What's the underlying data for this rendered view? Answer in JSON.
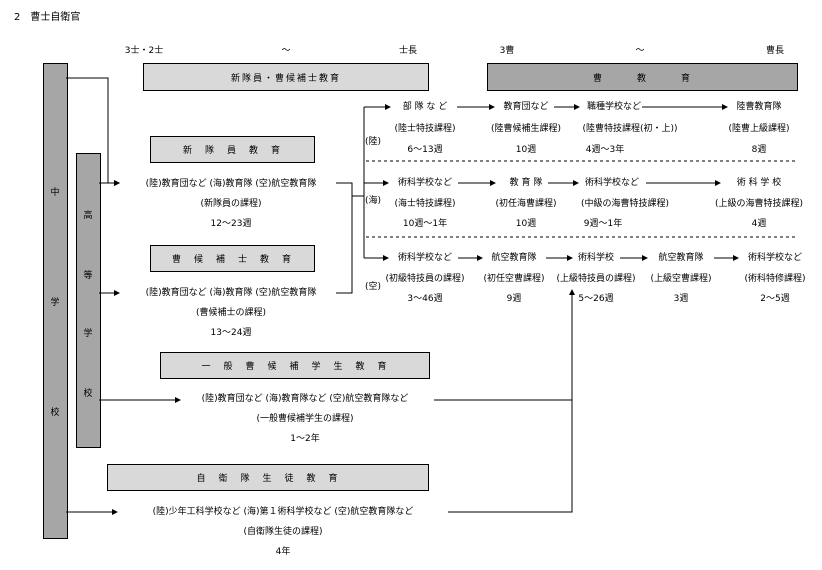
{
  "title": "2　曹士自衛官",
  "header": {
    "left_rank": "3士・2士",
    "left_tilde": "～",
    "left_end": "士長",
    "right_rank": "3曹",
    "right_tilde": "～",
    "right_end": "曹長"
  },
  "top_boxes": {
    "new_recruit_ed": "新隊員・曹候補士教育",
    "nco_ed": "曹　　　教　　　育"
  },
  "vertical": {
    "middle_school": [
      "中",
      "学",
      "校"
    ],
    "high_school": [
      "高",
      "等",
      "学",
      "校"
    ]
  },
  "left_boxes": {
    "new_recruit": "新　隊　員　教　育",
    "nco_candidate": "曹　候　補　士　教　育",
    "general_nco": "一　般　曹　候　補　学　生　教　育",
    "sdf_student": "自　衛　隊　生　徒　教　育"
  },
  "left_blocks": {
    "new_recruit": {
      "line1": "(陸)教育団など (海)教育隊 (空)航空教育隊",
      "line2": "(新隊員の課程)",
      "line3": "12～23週"
    },
    "nco_candidate": {
      "line1": "(陸)教育団など (海)教育隊 (空)航空教育隊",
      "line2": "(曹候補士の課程)",
      "line3": "13～24週"
    },
    "general_nco": {
      "line1": "(陸)教育団など (海)教育隊など (空)航空教育隊など",
      "line2": "(一般曹候補学生の課程)",
      "line3": "1～2年"
    },
    "sdf_student": {
      "line1": "(陸)少年工科学校など (海)第１術科学校など (空)航空教育隊など",
      "line2": "(自衛隊生徒の課程)",
      "line3": "4年"
    }
  },
  "branches": {
    "army": "(陸)",
    "navy": "(海)",
    "air": "(空)"
  },
  "rows": {
    "army": [
      {
        "name": "部 隊 な ど",
        "course": "(陸士特技課程)",
        "duration": "6～13週"
      },
      {
        "name": "教育団など",
        "course": "(陸曹候補生課程)",
        "duration": "10週"
      },
      {
        "name": "職種学校など",
        "course": "(陸曹特技課程(初・上))",
        "duration": "4週～3年"
      },
      {
        "name": "陸曹教育隊",
        "course": "(陸曹上級課程)",
        "duration": "8週"
      }
    ],
    "navy": [
      {
        "name": "術科学校など",
        "course": "(海士特技課程)",
        "duration": "10週～1年"
      },
      {
        "name": "教 育 隊",
        "course": "(初任海曹課程)",
        "duration": "10週"
      },
      {
        "name": "術科学校など",
        "course": "(中級の海曹特技課程)",
        "duration": "9週～1年"
      },
      {
        "name": "術 科 学 校",
        "course": "(上級の海曹特技課程)",
        "duration": "4週"
      }
    ],
    "air": [
      {
        "name": "術科学校など",
        "course": "(初級特技員の課程)",
        "duration": "3～46週"
      },
      {
        "name": "航空教育隊",
        "course": "(初任空曹課程)",
        "duration": "9週"
      },
      {
        "name": "術科学校",
        "course": "(上級特技員の課程)",
        "duration": "5～26週"
      },
      {
        "name": "航空教育隊",
        "course": "(上級空曹課程)",
        "duration": "3週"
      },
      {
        "name": "術科学校など",
        "course": "(術科特修課程)",
        "duration": "2～5週"
      }
    ]
  }
}
